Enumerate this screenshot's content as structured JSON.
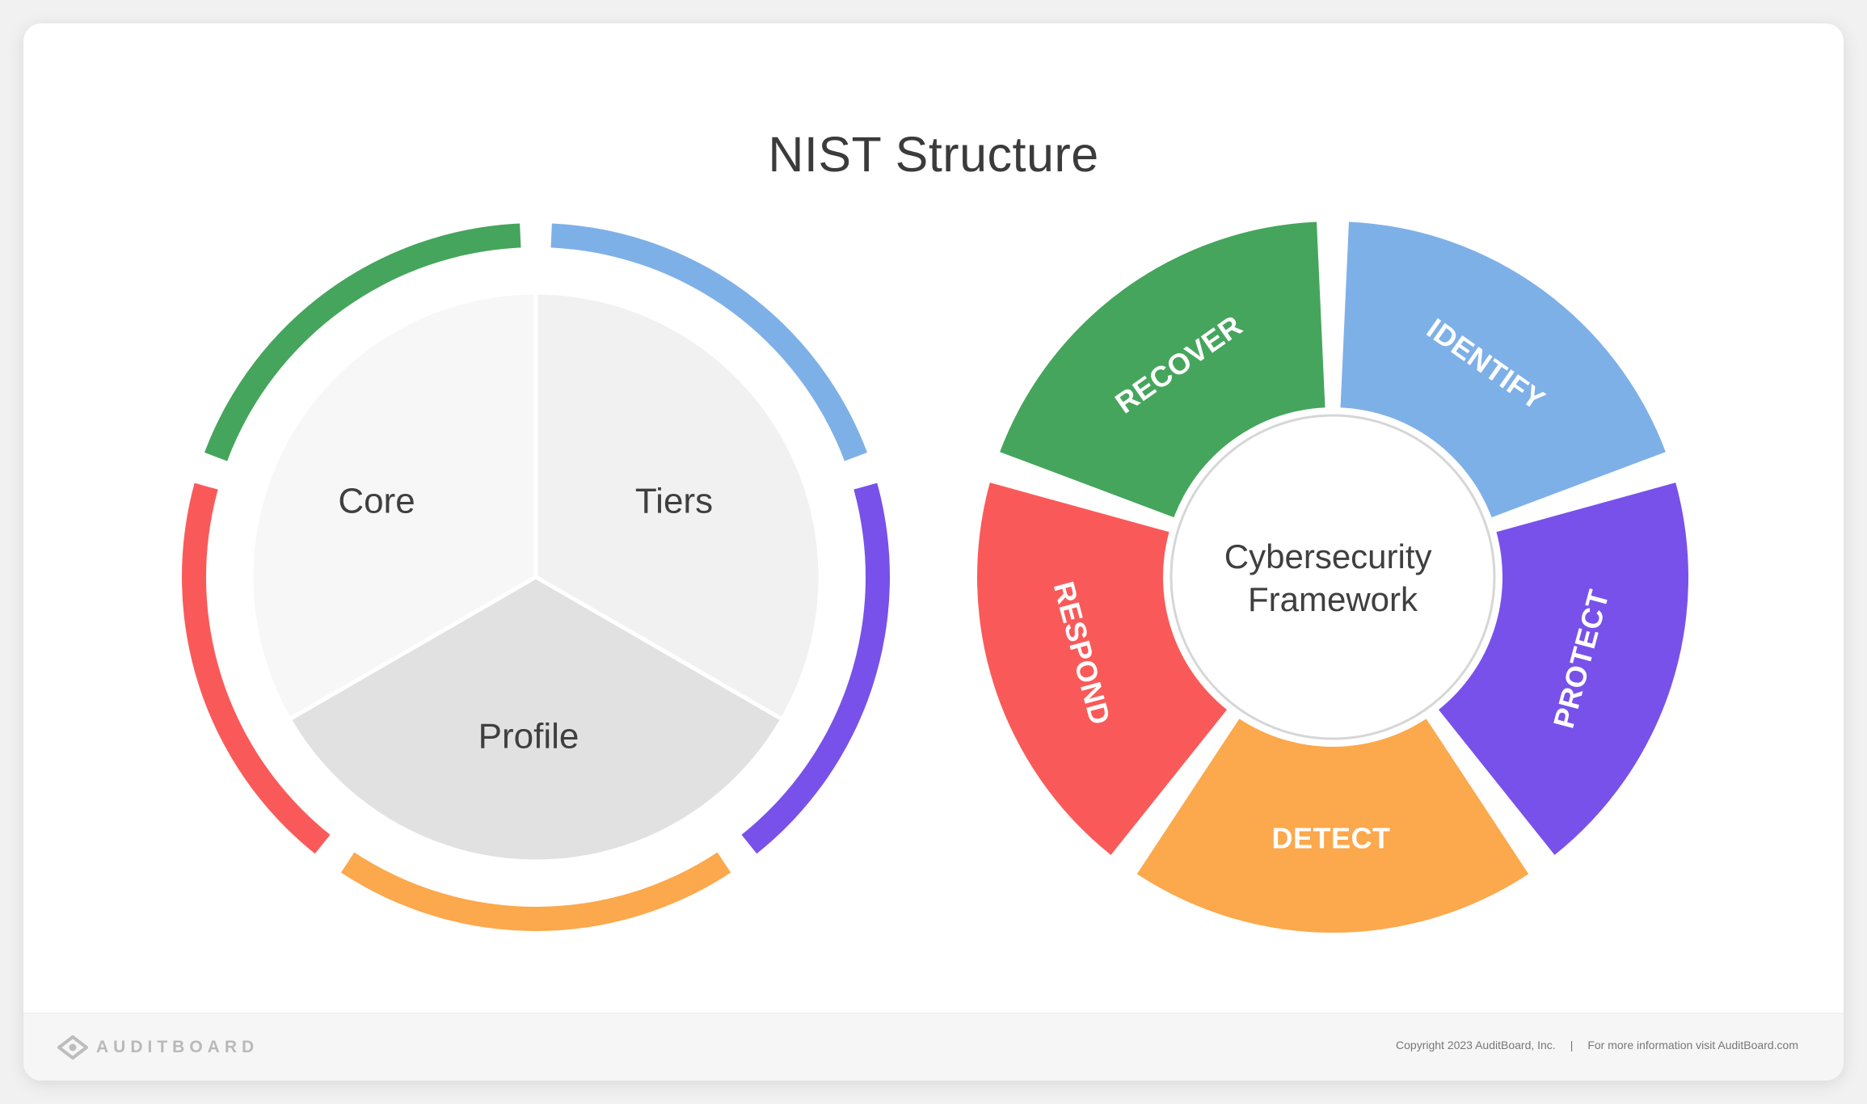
{
  "title": "NIST Structure",
  "left_diagram": {
    "segments": [
      {
        "label": "Core",
        "color": "#f7f7f7"
      },
      {
        "label": "Tiers",
        "color": "#f1f1f1"
      },
      {
        "label": "Profile",
        "color": "#e1e1e1"
      }
    ],
    "ring_colors": [
      "#7eb0e8",
      "#7851ea",
      "#fca84c",
      "#f95a59",
      "#45a55c"
    ]
  },
  "right_diagram": {
    "center_label": [
      "Cybersecurity",
      "Framework"
    ],
    "functions": [
      {
        "label": "IDENTIFY",
        "color": "#7eb0e8"
      },
      {
        "label": "PROTECT",
        "color": "#7851ea"
      },
      {
        "label": "DETECT",
        "color": "#fca84c"
      },
      {
        "label": "RESPOND",
        "color": "#f95a59"
      },
      {
        "label": "RECOVER",
        "color": "#45a55c"
      }
    ]
  },
  "footer": {
    "brand": "AUDITBOARD",
    "copyright": "Copyright 2023 AuditBoard, Inc.",
    "separator": "|",
    "more_info": "For more information visit AuditBoard.com"
  }
}
